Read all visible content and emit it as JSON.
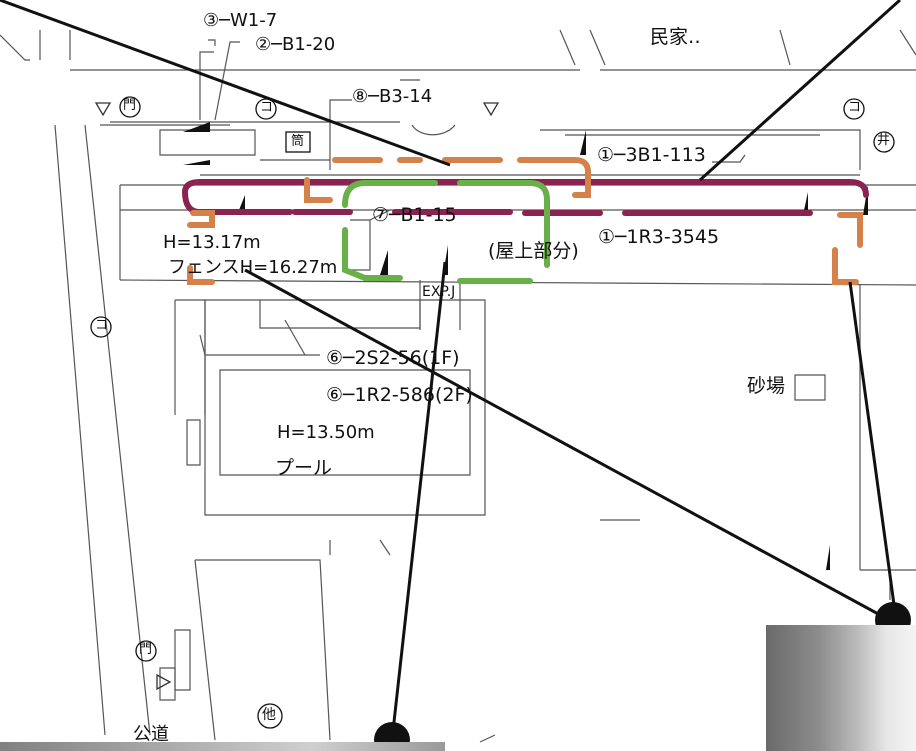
{
  "labels": {
    "w1_7": "③─W1-7",
    "b1_20": "②─B1-20",
    "minka": "民家‥",
    "b3_14": "⑧─B3-14",
    "b1_113": "①─3B1-113",
    "b1_15": "⑦─B1-15",
    "rooftop": "(屋上部分)",
    "r3_3545": "①─1R3-3545",
    "h1317": "H=13.17m",
    "fence": "フェンスH=16.27m",
    "expj": "EXP.J",
    "s2_56": "⑥─2S2-56(1F)",
    "r2_586": "⑥─1R2-586(2F)",
    "sunaba": "砂場",
    "h1350": "H=13.50m",
    "pool": "プール",
    "kodo": "公道",
    "ta": "他"
  },
  "symbols": {
    "mon_top": "門",
    "ko_1": "コ",
    "ko_2": "コ",
    "ko_left": "コ",
    "tsutsu": "筒",
    "i": "井",
    "mon_bottom": "門"
  },
  "colors": {
    "maroon": "#8b2352",
    "orange": "#d4814a",
    "green": "#6ab04a",
    "line": "#111111"
  }
}
